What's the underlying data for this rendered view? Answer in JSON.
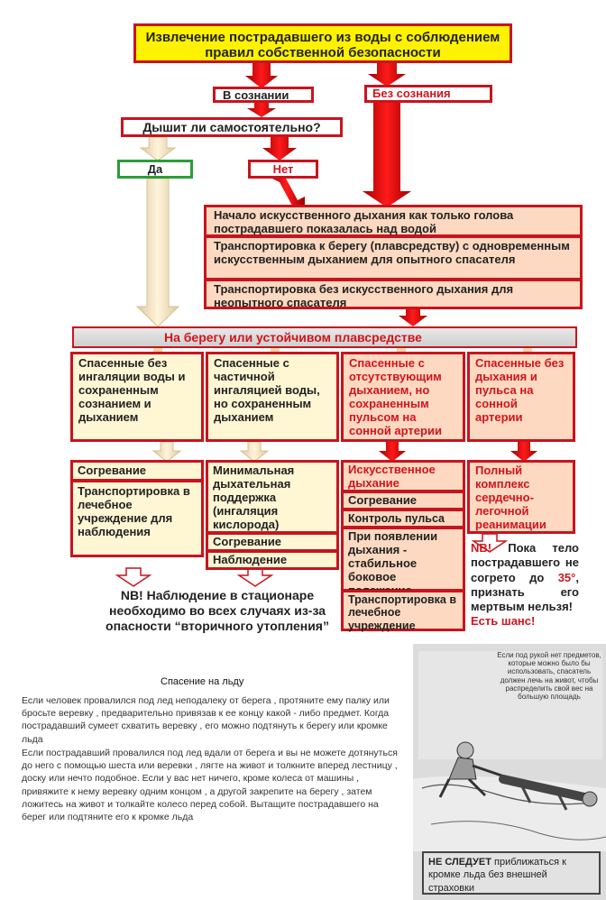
{
  "flowchart": {
    "top": "Извлечение пострадавшего из воды с соблюдением правил собственной безопасности",
    "conscious": "В сознании",
    "unconscious": "Без сознания",
    "breathing_question": "Дышит ли самостоятельно?",
    "yes": "Да",
    "no": "Нет",
    "steps": [
      "Начало искусственного дыхания как только голова пострадавшего показалась над водой",
      "Транспортировка к берегу (плавсредству) с одновременным искусственным дыханием для опытного спасателя",
      "Транспортировка без искусственного дыхания для неопытного спасателя"
    ],
    "shore": "На берегу или устойчивом плавсредстве",
    "categories": [
      "Спасенные без ингаляции воды и сохраненным сознанием и дыханием",
      "Спасенные с частичной ингаляцией воды, но сохраненным дыханием",
      "Спасенные с отсутствующим дыханием, но сохраненным пульсом на сонной артерии",
      "Спасенные без дыхания и пульса на сонной артерии"
    ],
    "col1": [
      "Согревание",
      "Транспортировка в лечебное учреждение для наблюдения"
    ],
    "col2": [
      "Минимальная дыхательная поддержка (ингаляция кислорода)",
      "Согревание",
      "Наблюдение"
    ],
    "col3": [
      "Искусственное дыхание",
      "Согревание",
      "Контроль пульса",
      "При появлении дыхания - стабильное боковое положение",
      "Транспортировка в лечебное учреждение"
    ],
    "col4": [
      "Полный комплекс сердечно-легочной реанимации"
    ],
    "nb1": "NB! Наблюдение в стационаре необходимо во всех случаях из-за опасности “вторичного утопления”",
    "nb2_label": "NB!",
    "nb2_text": "Пока тело пострадавшего не согрето до",
    "nb2_temp": "35°",
    "nb2_text2": ", признать его мертвым нельзя!",
    "nb2_chance": "Есть шанс!"
  },
  "ice": {
    "title": "Спасение на льду",
    "para1": "Если человек провалился под лед неподалеку от берега , протяните ему палку или бросьте веревку , предварительно привязав к ее концу какой - либо предмет. Когда пострадавший сумеет схватить веревку , его можно подтянуть к берегу или кромке льда",
    "para2": "Если пострадавший провалился под лед вдали от берега и вы не можете дотянуться до него с помощью шеста или веревки , лягте на живот и толкните вперед лестницу , доску или нечто подобное. Если у вас нет ничего, кроме колеса от машины , привяжите к нему веревку одним концом , а другой закрепите на берегу , затем ложитесь на живот и толкайте колесо перед собой. Вытащите пострадавшего на берег или подтяните его к кромке льда",
    "illustration_caption": "Если под рукой нет предметов, которые можно было бы использовать, спасатель должен лечь на живот, чтобы распределить свой вес на большую площадь",
    "warning_bold": "НЕ СЛЕДУЕТ",
    "warning_text": "приближаться к кромке льда без внешней страховки"
  },
  "colors": {
    "red": "#c8141e",
    "peach": "#fcd9c0",
    "cream": "#fff6d4",
    "yellow": "#fff200",
    "green": "#2a9d3a"
  }
}
